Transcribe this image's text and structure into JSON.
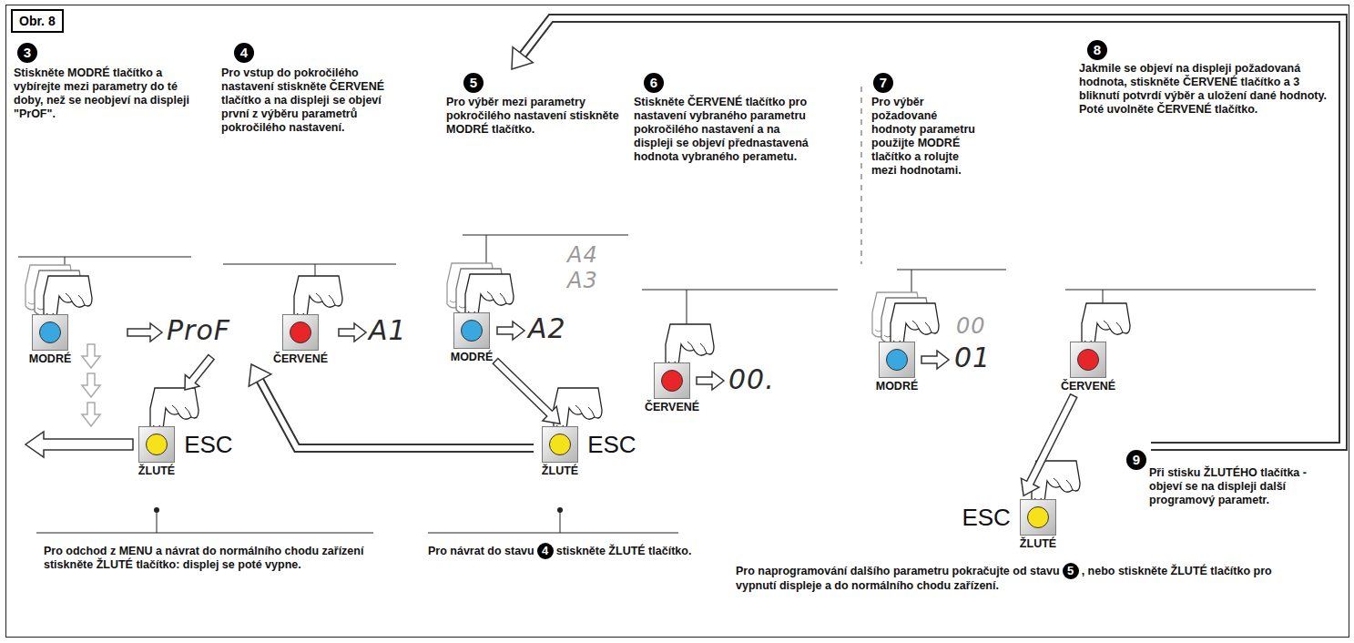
{
  "diagram": {
    "nodes": [
      {
        "text": [
          "Obr. 8"
        ]
      },
      {
        "text": [
          "MODRÉ"
        ]
      },
      {
        "text": [
          "ESC",
          "ŽLUTÉ"
        ]
      },
      {
        "text": [
          "ČERVENÉ"
        ]
      },
      {
        "text": [
          "MODRÉ"
        ]
      },
      {
        "text": [
          "ESC",
          "ŽLUTÉ"
        ]
      },
      {
        "text": [
          "ČERVENÉ"
        ]
      },
      {
        "text": [
          "MODRÉ"
        ]
      },
      {
        "text": [
          "ČERVENÉ"
        ]
      },
      {
        "text": [
          "ESC",
          "ŽLUTÉ"
        ]
      }
    ],
    "edges": [
      {
        "from": 4,
        "to": 5,
        "arrow": "to"
      },
      {
        "from": 8,
        "to": 9,
        "arrow": "to"
      }
    ],
    "labels": [
      "3",
      "Stiskněte MODRÉ tlačítko a vybírejte mezi parametry do té doby, než se neobjeví na displeji \"PrOF\".",
      "4",
      "Pro vstup do pokročilého nastavení stiskněte ČERVENÉ tlačítko a na displeji se objeví první z výběru parametrů pokročilého nastavení.",
      "5",
      "Pro výběr mezi parametry pokročilého nastavení stiskněte MODRÉ tlačítko.",
      "6",
      "Stiskněte ČERVENÉ tlačítko pro nastavení vybraného parametru pokročilého nastavení a na displeji se objeví přednastavená hodnota vybraného perametu.",
      "7",
      "Pro výběr požadované hodnoty parametru použijte MODRÉ tlačítko a rolujte mezi hodnotami.",
      "8",
      "Jakmile se objeví na displeji požadovaná hodnota, stiskněte ČERVENÉ tlačítko a 3 bliknutí potvrdí výběr a uložení dané hodnoty. Poté uvolněte ČERVENÉ tlačítko.",
      "ProF",
      "A1",
      "A4",
      "A3",
      "A2",
      "00.",
      "00",
      "01",
      "9",
      "Při stisku ŽLUTÉHO tlačítka - objeví se na displeji další programový parametr.",
      "Pro odchod z MENU a návrat do normálního chodu zařízení stiskněte ŽLUTÉ tlačítko: displej se poté vypne.",
      "Pro návrat do stavu",
      "4",
      "stiskněte ŽLUTÉ tlačítko.",
      "Pro naprogramování dalšího parametru pokračujte od stavu",
      "5",
      ", nebo stiskněte ŽLUTÉ tlačítko pro vypnutí displeje a do normálního chodu zařízení."
    ]
  }
}
